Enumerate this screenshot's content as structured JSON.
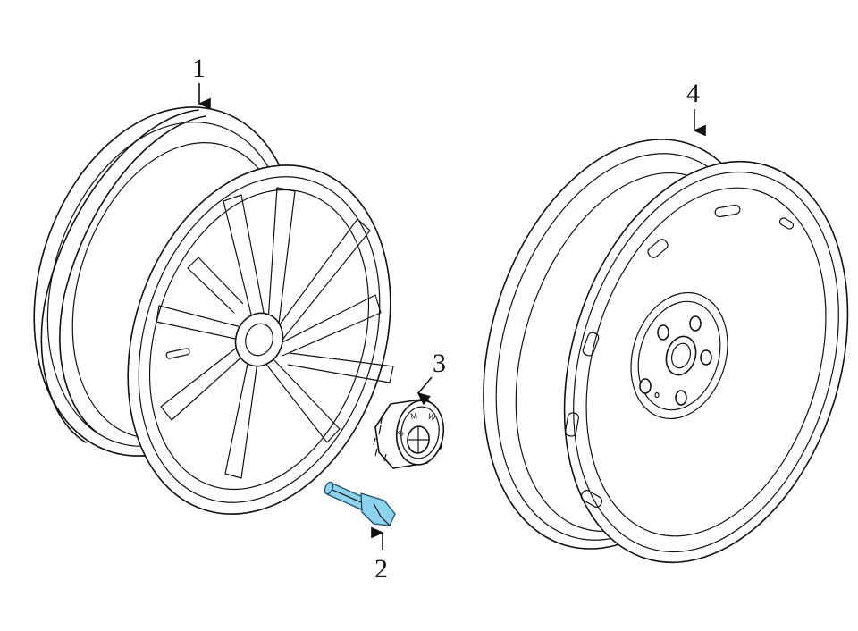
{
  "callouts": [
    {
      "id": "1",
      "label": "1"
    },
    {
      "id": "2",
      "label": "2"
    },
    {
      "id": "3",
      "label": "3"
    },
    {
      "id": "4",
      "label": "4"
    }
  ],
  "parts": {
    "alloy_wheel": {
      "callout": "1"
    },
    "wheel_bolt": {
      "callout": "2",
      "color": "#8ed3ee"
    },
    "center_cap": {
      "callout": "3",
      "logo_letters": [
        "B",
        "M",
        "W"
      ]
    },
    "spare_wheel": {
      "callout": "4"
    }
  }
}
